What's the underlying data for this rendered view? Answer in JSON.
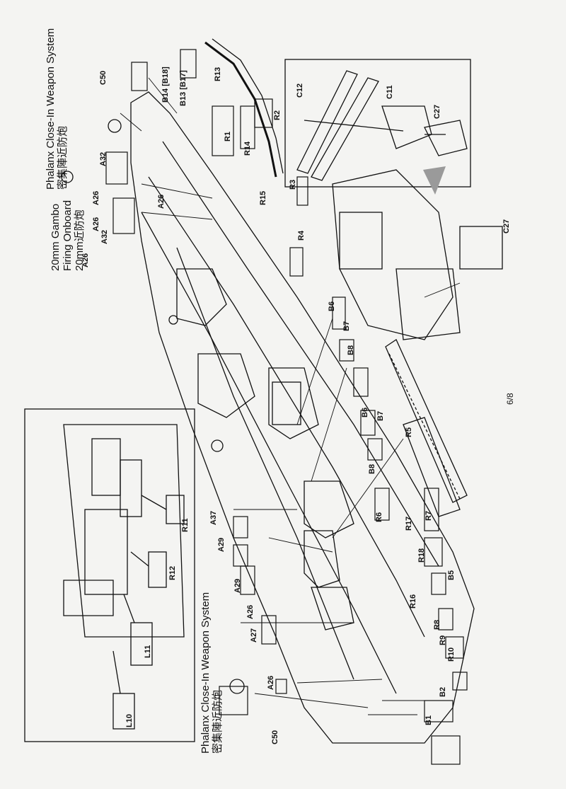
{
  "page": {
    "number": "6/8"
  },
  "titles": {
    "phalanx_top": [
      "Phalanx Close-In Weapon System",
      "密集陣近防炮"
    ],
    "gambo": [
      "20mm Gambo",
      "Firing Onboard",
      "20mm近防炮"
    ],
    "phalanx_bottom": [
      "Phalanx Close-In Weapon System",
      "密集陣近防炮"
    ]
  },
  "part_labels": {
    "c50_top": "C50",
    "b14": "B14 [B18]",
    "b13": "B13 [B17]",
    "r13": "R13",
    "r2": "R2",
    "r1": "R1",
    "r14": "R14",
    "r15": "R15",
    "r3": "R3",
    "r4": "R4",
    "a32_1": "A32",
    "a26_1": "A26",
    "a26_2": "A26",
    "a26_3": "A26",
    "a32_2": "A32",
    "a26_4": "A26",
    "c12": "C12",
    "c11": "C11",
    "c27_inset": "C27",
    "c27": "C27",
    "b6_1": "B6",
    "b7_1": "B7",
    "b8_1": "B8",
    "b6_2": "B6",
    "b7_2": "B7",
    "b8_2": "B8",
    "r5": "R5",
    "r6": "R6",
    "r7": "R7",
    "r17": "R17",
    "r18": "R18",
    "r16": "R16",
    "b5": "B5",
    "r8": "R8",
    "r9": "R9",
    "r10": "R10",
    "b2": "B2",
    "b1": "B1",
    "a37": "A37",
    "a29_1": "A29",
    "a29_2": "A29",
    "a26_5": "A26",
    "a27": "A27",
    "a26_6": "A26",
    "c50_bottom": "C50",
    "r11": "R11",
    "r12": "R12",
    "l11": "L11",
    "l10": "L10"
  },
  "colors": {
    "ink": "#111111",
    "paper": "#f4f4f2",
    "shade": "#9a9a9a"
  }
}
